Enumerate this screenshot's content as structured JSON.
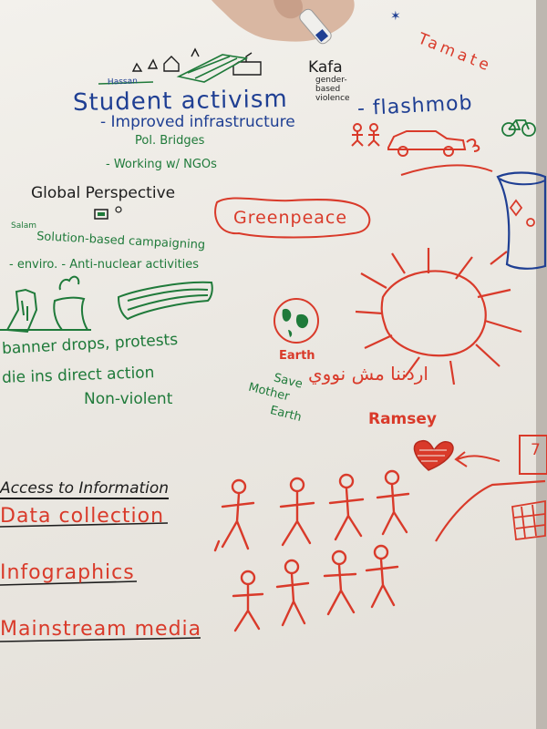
{
  "flipchart": {
    "blue_notes": {
      "hassan": "Hassan",
      "title": "Student activism",
      "item1": "- Improved infrastructure",
      "item2": "Pol. Bridges",
      "item3": "- Working w/ NGOs",
      "kafa": "Kafa",
      "kafa_sub": "gender-based violence",
      "flashmob": "- flashmob"
    },
    "black_notes": {
      "global": "Global Perspective",
      "access": "Access to Information"
    },
    "green_notes": {
      "salam": "Salam",
      "line1": "Solution-based campaigning",
      "line2": "- enviro. - Anti-nuclear activities",
      "line3": "banner drops, protests",
      "line4": "die ins direct action",
      "line5": "Non-violent",
      "save1": "Save",
      "save2": "Mother",
      "save3": "Earth",
      "earth_label": "Earth"
    },
    "red_notes": {
      "tamate": "Tamate",
      "greenpeace": "Greenpeace",
      "arabic": "اردننا مش نووي",
      "ramsey": "Ramsey",
      "data": "Data collection",
      "infographics": "Infographics",
      "mainstream": "Mainstream media",
      "seven": "7"
    }
  },
  "colors": {
    "paper": "#efece6",
    "blue_marker": "#1f3f93",
    "green_marker": "#1f7a3a",
    "red_marker": "#d93a2a",
    "black_marker": "#1d1d1d",
    "table": "#cfc9c2"
  }
}
